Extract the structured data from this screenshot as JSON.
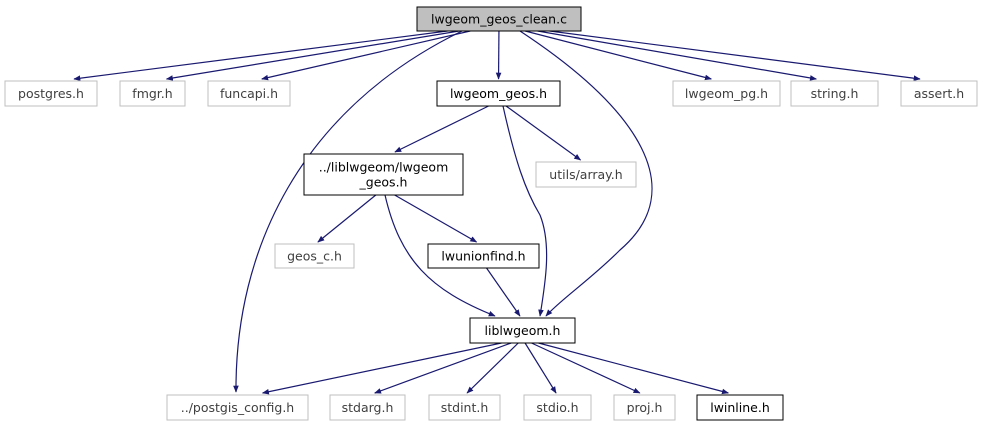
{
  "colors": {
    "edge": "#191970",
    "node_border_dark": "#000000",
    "node_border_gray": "#bfbfbf",
    "root_fill": "#bfbfbf",
    "node_fill": "#ffffff"
  },
  "nodes": [
    {
      "id": "root",
      "label": "lwgeom_geos_clean.c",
      "style": "root"
    },
    {
      "id": "postgres",
      "label": "postgres.h",
      "style": "gray"
    },
    {
      "id": "fmgr",
      "label": "fmgr.h",
      "style": "gray"
    },
    {
      "id": "funcapi",
      "label": "funcapi.h",
      "style": "gray"
    },
    {
      "id": "lwgeom_geos",
      "label": "lwgeom_geos.h",
      "style": "dark"
    },
    {
      "id": "lwgeom_pg",
      "label": "lwgeom_pg.h",
      "style": "gray"
    },
    {
      "id": "string",
      "label": "string.h",
      "style": "gray"
    },
    {
      "id": "assert",
      "label": "assert.h",
      "style": "gray"
    },
    {
      "id": "liblwgeom_geos",
      "label": "../liblwgeom/lwgeom",
      "label2": "_geos.h",
      "style": "dark"
    },
    {
      "id": "utils_array",
      "label": "utils/array.h",
      "style": "gray"
    },
    {
      "id": "geos_c",
      "label": "geos_c.h",
      "style": "gray"
    },
    {
      "id": "lwunionfind",
      "label": "lwunionfind.h",
      "style": "dark"
    },
    {
      "id": "liblwgeom",
      "label": "liblwgeom.h",
      "style": "dark"
    },
    {
      "id": "postgis_config",
      "label": "../postgis_config.h",
      "style": "gray"
    },
    {
      "id": "stdarg",
      "label": "stdarg.h",
      "style": "gray"
    },
    {
      "id": "stdint",
      "label": "stdint.h",
      "style": "gray"
    },
    {
      "id": "stdio",
      "label": "stdio.h",
      "style": "gray"
    },
    {
      "id": "proj",
      "label": "proj.h",
      "style": "gray"
    },
    {
      "id": "lwinline",
      "label": "lwinline.h",
      "style": "dark"
    }
  ],
  "edges": [
    [
      "root",
      "postgres"
    ],
    [
      "root",
      "fmgr"
    ],
    [
      "root",
      "funcapi"
    ],
    [
      "root",
      "postgis_config"
    ],
    [
      "root",
      "lwgeom_geos"
    ],
    [
      "root",
      "liblwgeom"
    ],
    [
      "root",
      "lwgeom_pg"
    ],
    [
      "root",
      "string"
    ],
    [
      "root",
      "assert"
    ],
    [
      "lwgeom_geos",
      "liblwgeom_geos"
    ],
    [
      "lwgeom_geos",
      "utils_array"
    ],
    [
      "lwgeom_geos",
      "liblwgeom"
    ],
    [
      "liblwgeom_geos",
      "geos_c"
    ],
    [
      "liblwgeom_geos",
      "lwunionfind"
    ],
    [
      "liblwgeom_geos",
      "liblwgeom"
    ],
    [
      "lwunionfind",
      "liblwgeom"
    ],
    [
      "liblwgeom",
      "postgis_config"
    ],
    [
      "liblwgeom",
      "stdarg"
    ],
    [
      "liblwgeom",
      "stdint"
    ],
    [
      "liblwgeom",
      "stdio"
    ],
    [
      "liblwgeom",
      "proj"
    ],
    [
      "liblwgeom",
      "lwinline"
    ]
  ]
}
